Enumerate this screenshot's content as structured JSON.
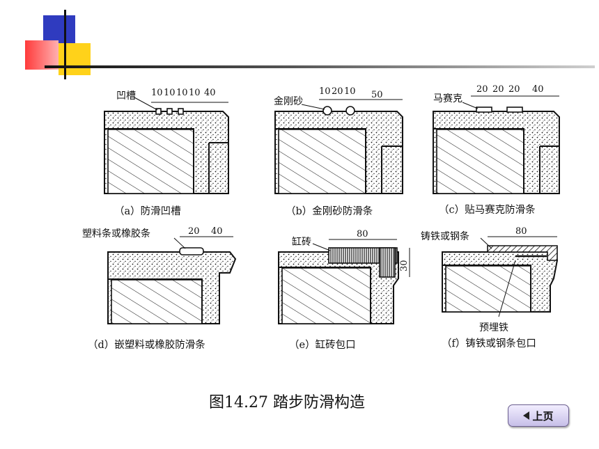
{
  "title": "图14.27  踏步防滑构造",
  "nav": {
    "prev_label": "上页",
    "prev_icon": "left-triangle-icon"
  },
  "panels": {
    "a": {
      "caption": "（a）防滑凹槽",
      "callout": "凹槽",
      "dims": [
        "10",
        "10",
        "10",
        "10",
        "40"
      ]
    },
    "b": {
      "caption": "（b）金刚砂防滑条",
      "callout": "金刚砂",
      "dims": [
        "10",
        "20",
        "10",
        "50"
      ]
    },
    "c": {
      "caption": "（c）贴马赛克防滑条",
      "callout": "马赛克",
      "dims": [
        "20",
        "20",
        "20",
        "40"
      ]
    },
    "d": {
      "caption": "（d）嵌塑料或橡胶防滑条",
      "callout": "塑料条或橡胶条",
      "dims": [
        "20",
        "40"
      ]
    },
    "e": {
      "caption": "（e）缸砖包口",
      "callout": "缸砖",
      "dims": [
        "80",
        "30"
      ]
    },
    "f": {
      "caption": "（f）铸铁或钢条包口",
      "callout": "铸铁或钢条",
      "dims": [
        "80"
      ],
      "callout2": "预埋铁"
    }
  },
  "colors": {
    "blue": "#2f3bbf",
    "red": "#ff3b3b",
    "yellow": "#ffd21a"
  }
}
